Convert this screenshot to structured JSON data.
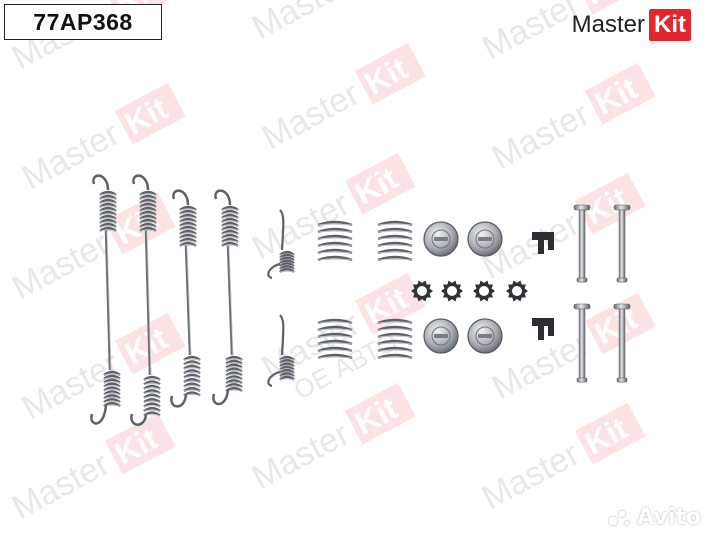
{
  "part_number": "77AP368",
  "brand": {
    "text": "Master",
    "box_text": "Kit",
    "accent": "#e3262d"
  },
  "watermark": {
    "text": "Master",
    "box_text": "Kit",
    "secondary_text": "ОЕ АВТО"
  },
  "avito": {
    "text": "Avito"
  },
  "colors": {
    "metal": "#8a8f96",
    "metal_light": "#c9cdd2",
    "metal_dark": "#4f555c",
    "spring": "#7d828a"
  }
}
